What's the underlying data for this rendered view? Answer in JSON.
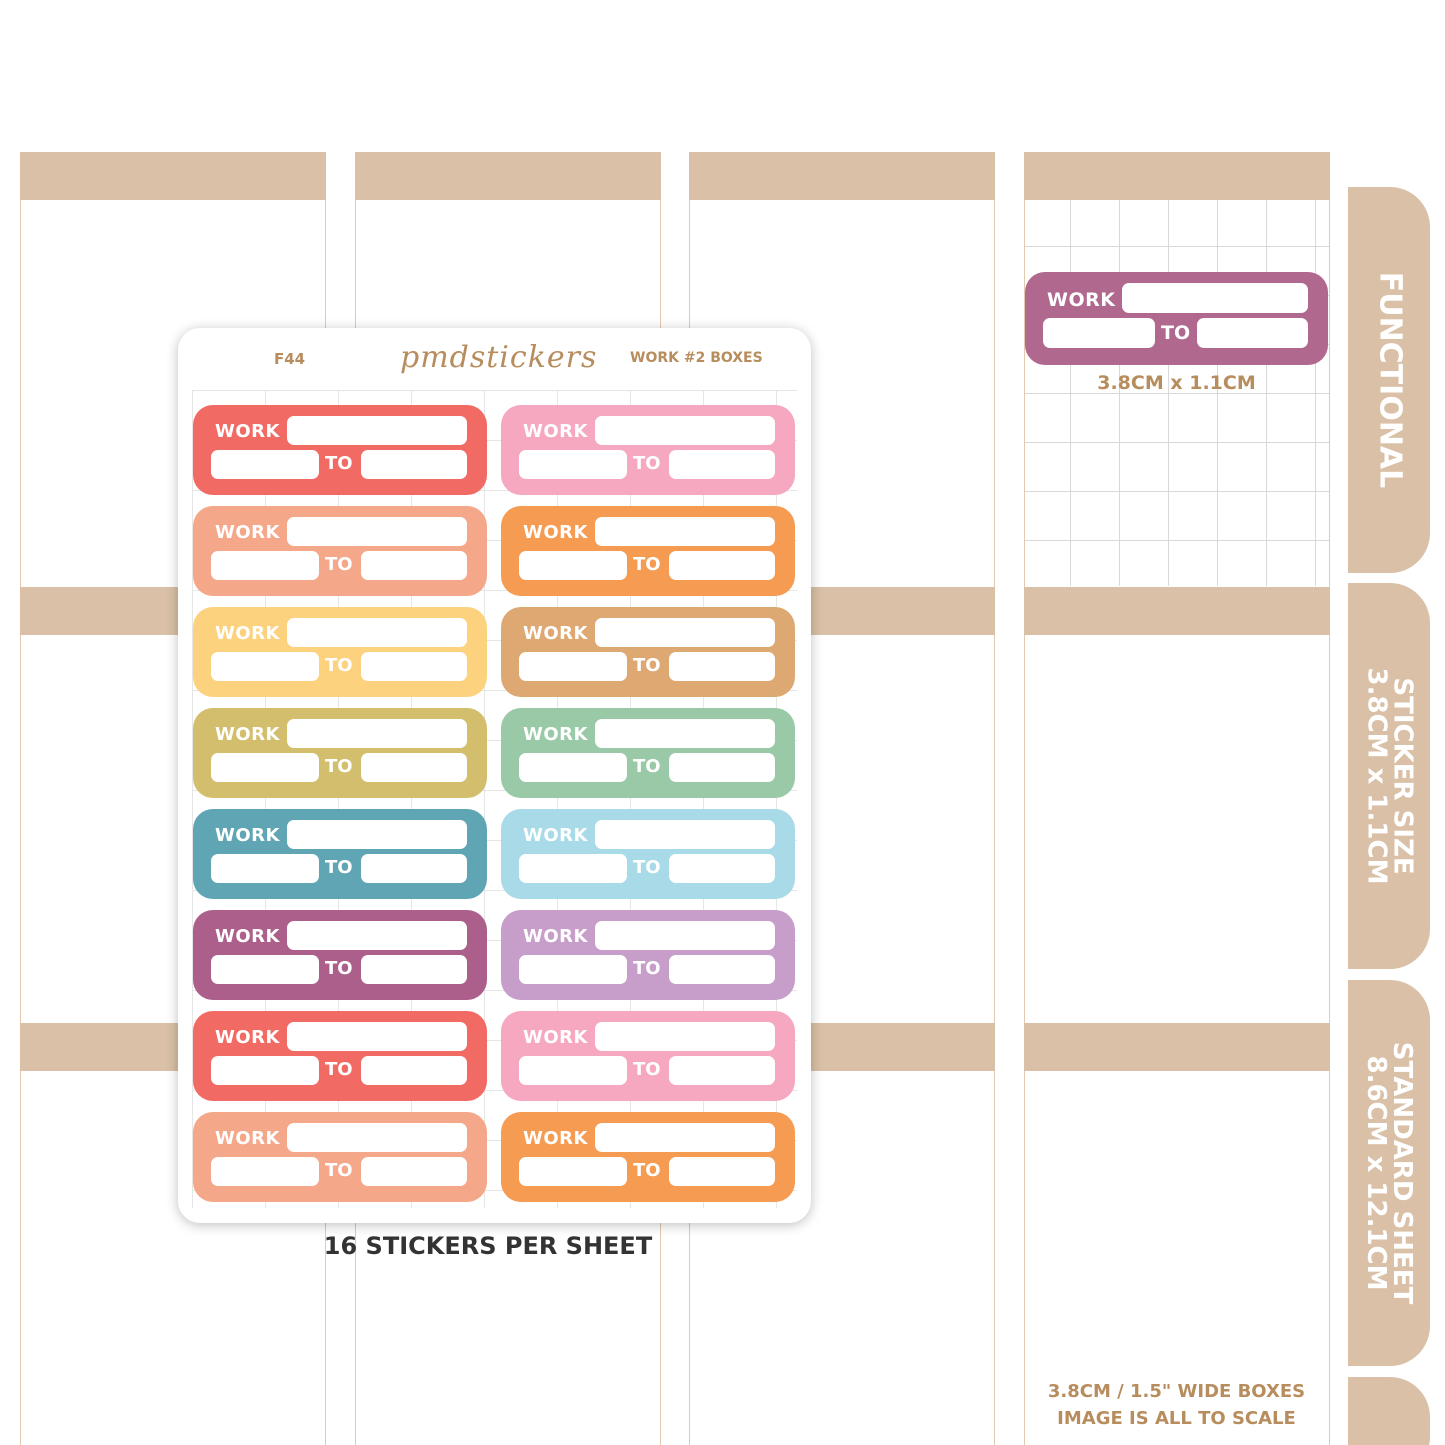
{
  "colors": {
    "header_tan": "#d9c0a6",
    "label_gold": "#b78d5e",
    "sample_sticker": "#b0688f",
    "sticker_colors_left": [
      "#f26a64",
      "#f5a78a",
      "#fdd27e",
      "#d2be6d",
      "#5fa5b3",
      "#ac5f8a",
      "#f26a64",
      "#f5a78a"
    ],
    "sticker_colors_right": [
      "#f5a8c0",
      "#f59b52",
      "#dea872",
      "#99c9a6",
      "#a8dbe7",
      "#c79dca",
      "#f5a8c0",
      "#f59b52"
    ]
  },
  "sheet": {
    "code": "F44",
    "brand": "pmdstickers",
    "name": "WORK #2 BOXES",
    "sticker_work_label": "WORK",
    "sticker_to_label": "TO",
    "sticker_count": 16
  },
  "sample": {
    "work_label": "WORK",
    "to_label": "TO",
    "size_label": "3.8CM x 1.1CM"
  },
  "tabs": {
    "functional": "FUNCTIONAL",
    "sticker_size_title": "STICKER SIZE",
    "sticker_size_value": "3.8CM x 1.1CM",
    "standard_sheet_title": "STANDARD SHEET",
    "standard_sheet_value": "8.6CM x 12.1CM"
  },
  "per_sheet": "16 STICKERS PER SHEET",
  "footer": {
    "line1": "3.8CM / 1.5\" WIDE BOXES",
    "line2": "IMAGE IS ALL TO SCALE"
  }
}
